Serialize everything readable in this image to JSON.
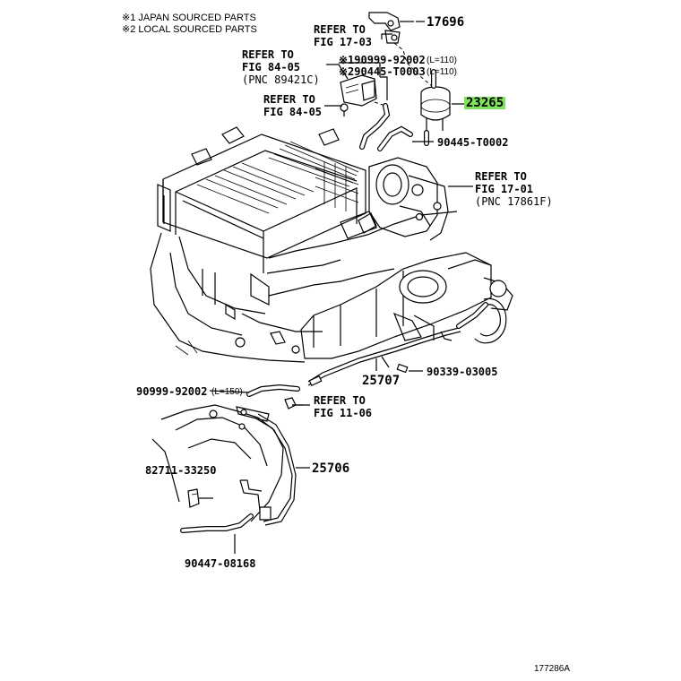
{
  "legend": {
    "line1": "※1 JAPAN SOURCED PARTS",
    "line2": "※2 LOCAL SOURCED PARTS"
  },
  "labels": {
    "p17696": "17696",
    "refer_17_03_a": "REFER TO",
    "refer_17_03_b": "FIG 17-03",
    "refer_84_05_a": "REFER TO",
    "refer_84_05_b": "FIG 84-05",
    "refer_84_05_c": "(PNC 89421C)",
    "p90999_92002_top": "※190999-92002",
    "p90999_92002_top_len": "(L=110)",
    "p90445_t0003": "※290445-T0003",
    "p90445_t0003_len": "(L=110)",
    "refer_84_05b_a": "REFER TO",
    "refer_84_05b_b": "FIG 84-05",
    "p23265": "23265",
    "p90445_t0002": "90445-T0002",
    "refer_17_01_a": "REFER TO",
    "refer_17_01_b": "FIG 17-01",
    "refer_17_01_c": "(PNC 17861F)",
    "p90339_03005": "90339-03005",
    "p25707": "25707",
    "p90999_92002_mid": "90999-92002",
    "p90999_92002_mid_len": "(L=150)",
    "refer_11_06_a": "REFER TO",
    "refer_11_06_b": "FIG 11-06",
    "p82711_33250": "82711-33250",
    "p25706": "25706",
    "p90447_08168": "90447-08168",
    "diagram_id": "177286A"
  },
  "colors": {
    "highlight": "#7ee25c",
    "line": "#000000",
    "background": "#ffffff"
  }
}
